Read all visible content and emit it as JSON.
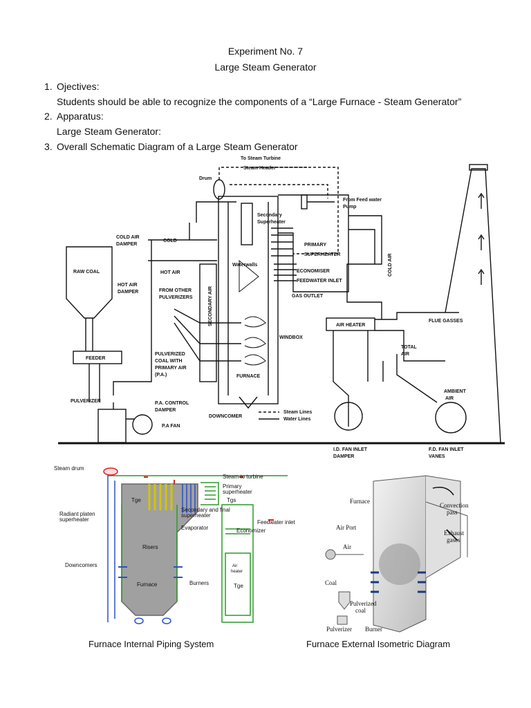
{
  "header": {
    "experiment_no": "Experiment No.  7",
    "title": "Large  Steam Generator"
  },
  "sections": [
    {
      "num": "1.",
      "heading": "Ojectives:",
      "body": "Students should be able to recognize the components of a “Large Furnace - Steam Generator”"
    },
    {
      "num": "2.",
      "heading": "Apparatus:",
      "body": "Large Steam Generator:"
    },
    {
      "num": "3.",
      "heading": "Overall Schematic Diagram of a Large Steam Generator"
    }
  ],
  "schematic": {
    "labels": {
      "to_steam_turbine": "To Steam Turbine",
      "steam_header": "Steam Header",
      "drum": "Drum",
      "from_feed_water_pump_1": "From Feed water",
      "from_feed_water_pump_2": "Pump",
      "secondary_superheater_1": "Secondary",
      "secondary_superheater_2": "Superheater",
      "primary": "PRIMARY",
      "superheater": "SUPERHEATER",
      "economiser": "ECONOMISER",
      "feedwater_inlet": "FEEDWATER INLET",
      "gas_outlet": "GAS OUTLET",
      "waterwalls": "Waterwalls",
      "cold_air_damper_1": "COLD AIR",
      "cold_air_damper_2": "DAMPER",
      "cold": "COLD",
      "hot_air": "HOT AIR",
      "hot_air_damper_1": "HOT AIR",
      "hot_air_damper_2": "DAMPER",
      "from_other_pulverizers_1": "FROM OTHER",
      "from_other_pulverizers_2": "PULVERIZERS",
      "secondary_air": "SECONDARY AIR",
      "raw_coal": "RAW COAL",
      "feeder": "FEEDER",
      "pulverized_coal_1": "PULVERIZED",
      "pulverized_coal_2": "COAL WITH",
      "pulverized_coal_3": "PRIMARY AIR",
      "pulverized_coal_4": "(P.A.)",
      "windbox": "WINDBOX",
      "furnace": "FURNACE",
      "pulverizer": "PULVERIZER",
      "pa_control_damper_1": "P.A. CONTROL",
      "pa_control_damper_2": "DAMPER",
      "pa_fan": "P.A FAN",
      "downcomer": "DOWNCOMER",
      "steam_lines": "Steam Lines",
      "water_lines": "Water Lines",
      "air_heater": "AIR HEATER",
      "flue_gasses": "FLUE GASSES",
      "cold_air": "COLD AIR",
      "total_air_1": "TOTAL",
      "total_air_2": "AIR",
      "ambient_air_1": "AMBIENT",
      "ambient_air_2": "AIR",
      "id_fan_1": "I.D. FAN INLET",
      "id_fan_2": "DAMPER",
      "fd_fan_1": "F.D. FAN INLET",
      "fd_fan_2": "VANES"
    }
  },
  "piping": {
    "labels": {
      "steam_drum": "Steam drum",
      "steam_to_turbine": "Steam to turbine",
      "primary_superheater_1": "Primary",
      "primary_superheater_2": "superheater",
      "tge_top": "Tge",
      "tgs": "Tgs",
      "radiant_platen_1": "Radiant platen",
      "radiant_platen_2": "superheater",
      "secondary_final_1": "Secondary and final",
      "secondary_final_2": "superheater",
      "feedwater_inlet": "Feedwater inlet",
      "evaporator": "Evaporator",
      "economizer": "Economizer",
      "risers": "Risers",
      "downcomers": "Downcomers",
      "air_heater_1": "Air",
      "air_heater_2": "heater",
      "furnace": "Furnace",
      "burners": "Burners",
      "tge_bottom": "Tge"
    },
    "caption": "Furnace Internal Piping System"
  },
  "isometric": {
    "labels": {
      "furnace": "Furnace",
      "convection_pass_1": "Convection",
      "convection_pass_2": "pass",
      "exhaust_gases_1": "Exhaust",
      "exhaust_gases_2": "gases",
      "air_port": "Air Port",
      "air": "Air",
      "coal": "Coal",
      "pulverized_coal_1": "Pulverized",
      "pulverized_coal_2": "coal",
      "pulverizer": "Pulverizer",
      "burner": "Burner"
    },
    "caption": "Furnace External Isometric Diagram"
  }
}
